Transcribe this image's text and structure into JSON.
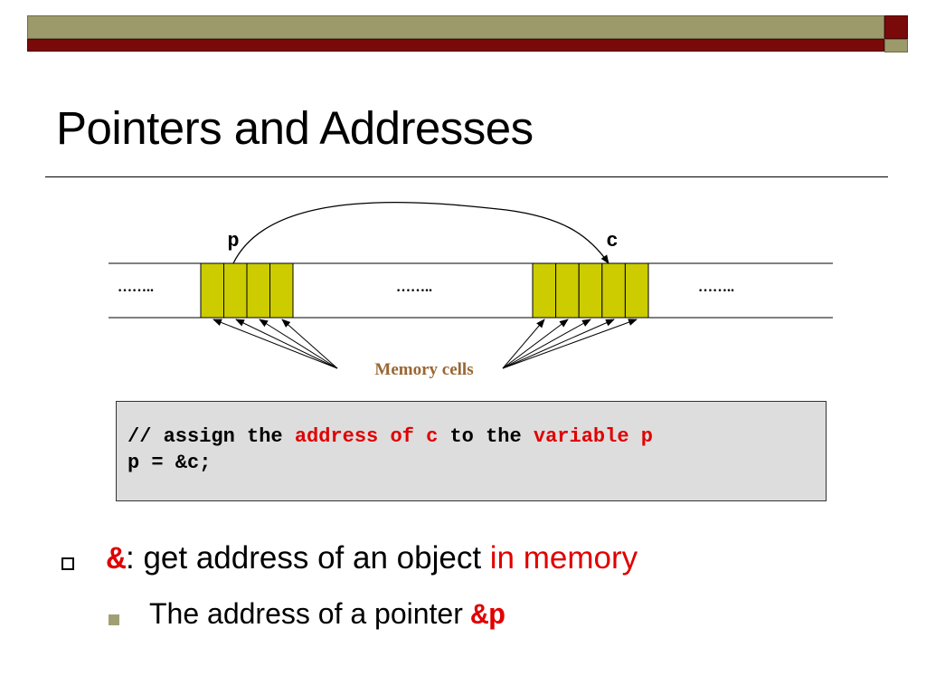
{
  "slide": {
    "title": "Pointers and Addresses"
  },
  "diagram": {
    "pointer_label": "p",
    "target_label": "c",
    "ellipsis_left": "……..",
    "ellipsis_middle": "……..",
    "ellipsis_right": "……..",
    "memory_cells_label": "Memory cells",
    "cell_color": "#cccc00",
    "label_color": "#996633"
  },
  "code": {
    "line1_a": "// assign the ",
    "line1_b": "address of c",
    "line1_c": " to the ",
    "line1_d": "variable p",
    "line2": "p = &c;"
  },
  "bullets": {
    "b1_symbol": "&",
    "b1_text": ": get address of an object ",
    "b1_highlight": "in memory",
    "b2_text": "The address of a pointer ",
    "b2_code": "&p"
  },
  "colors": {
    "olive": "#9c9a6b",
    "maroon": "#7a0a0a",
    "accent_red": "#e00000"
  }
}
